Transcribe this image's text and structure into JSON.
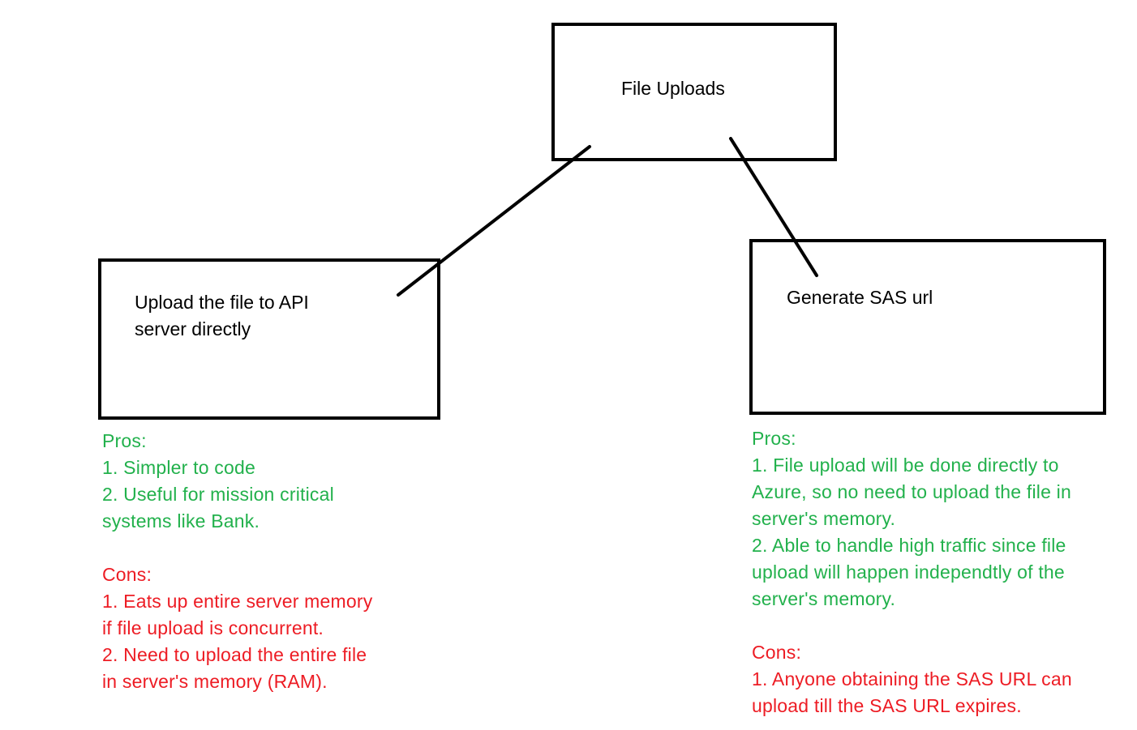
{
  "diagram": {
    "root": {
      "label": "File Uploads"
    },
    "left": {
      "label_lines": [
        "Upload the file to API",
        "server directly"
      ],
      "pros_heading": "Pros:",
      "pros": [
        "1. Simpler to code",
        "2. Useful for mission critical",
        "systems like Bank."
      ],
      "cons_heading": "Cons:",
      "cons": [
        "1. Eats up entire server memory",
        "if file upload is concurrent.",
        "2. Need to upload the entire file",
        "in server's memory (RAM)."
      ]
    },
    "right": {
      "label_lines": [
        "Generate SAS url"
      ],
      "pros_heading": "Pros:",
      "pros": [
        "1. File upload will be done directly to",
        "Azure, so no need to upload the file in",
        "server's memory.",
        "2. Able to handle high traffic since file",
        "upload will happen independtly of the",
        "server's memory."
      ],
      "cons_heading": "Cons:",
      "cons": [
        "1. Anyone obtaining the SAS URL can",
        "upload till the SAS URL expires."
      ]
    }
  },
  "colors": {
    "pros": "#22b14c",
    "cons": "#ed1c24",
    "stroke": "#000000"
  }
}
